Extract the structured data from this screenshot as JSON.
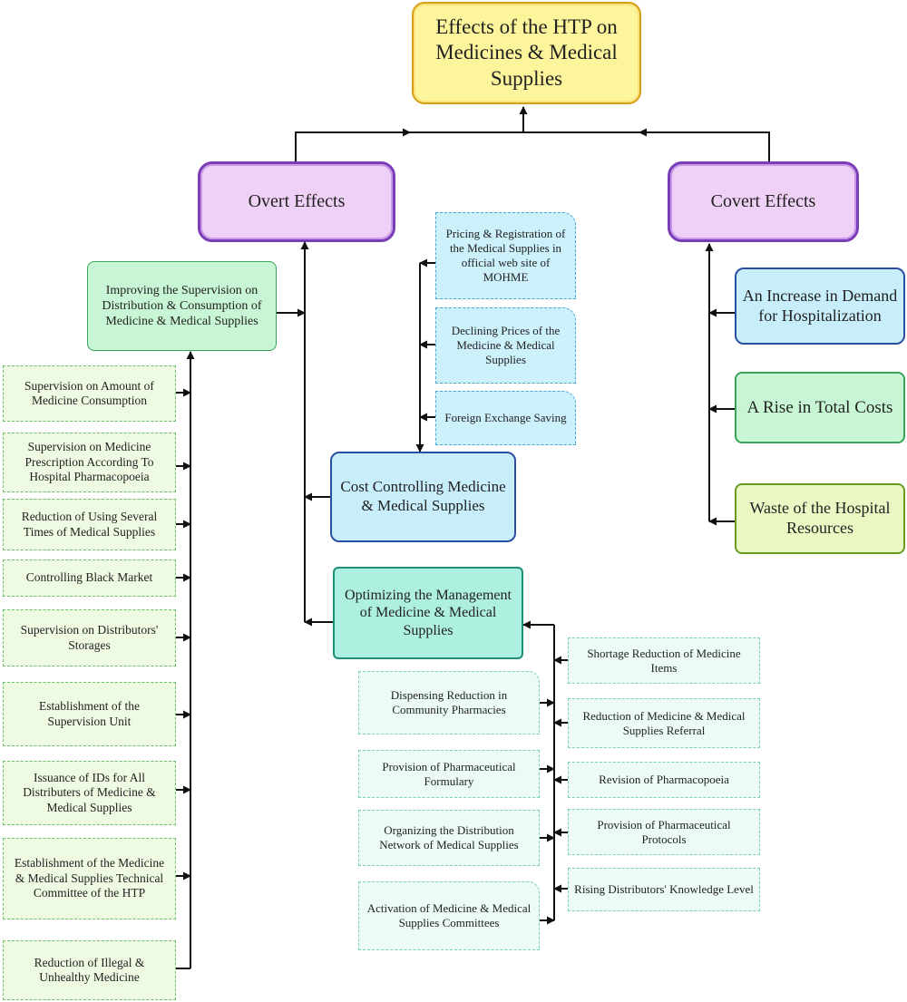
{
  "title": "Effects of the HTP on Medicines & Medical Supplies",
  "overt": "Overt Effects",
  "covert": "Covert Effects",
  "improving": "Improving the Supervision on Distribution & Consumption of Medicine & Medical Supplies",
  "supervision_items": [
    "Supervision on Amount of Medicine Consumption",
    "Supervision on Medicine Prescription According To Hospital Pharmacopoeia",
    "Reduction of Using Several Times of Medical Supplies",
    "Controlling Black Market",
    "Supervision on Distributors' Storages",
    "Establishment of the Supervision Unit",
    "Issuance of IDs for All Distributers of Medicine & Medical Supplies",
    "Establishment of the Medicine & Medical Supplies Technical Committee of the HTP",
    "Reduction of Illegal & Unhealthy Medicine"
  ],
  "cost_controlling": "Cost Controlling Medicine & Medical Supplies",
  "cost_items": [
    "Pricing & Registration of the Medical Supplies in official web site of MOHME",
    "Declining Prices of the Medicine & Medical Supplies",
    "Foreign Exchange Saving"
  ],
  "optimizing": "Optimizing the Management of Medicine & Medical Supplies",
  "optimizing_left": [
    "Dispensing Reduction in Community Pharmacies",
    "Provision of Pharmaceutical Formulary",
    "Organizing the Distribution Network of Medical Supplies",
    "Activation of Medicine & Medical Supplies Committees"
  ],
  "optimizing_right": [
    "Shortage Reduction of Medicine Items",
    "Reduction of Medicine & Medical Supplies Referral",
    "Revision of Pharmacopoeia",
    "Provision of Pharmaceutical Protocols",
    "Rising Distributors' Knowledge Level"
  ],
  "covert_items": [
    "An Increase in Demand for Hospitalization",
    "A Rise in Total Costs",
    "Waste of the Hospital Resources"
  ],
  "colors": {
    "title_fill": "#fdf59c",
    "title_border": "#d4a017",
    "purple_fill": "#efd1f7",
    "purple_border": "#7a3db8",
    "blue_fill": "#c9eefb",
    "blue_border": "#2a4ea0",
    "green_fill": "#c8f5d3",
    "green_border": "#3aa55a",
    "teal_fill": "#aef0df",
    "lime_fill": "#eaf8c4",
    "dashed_green": "#6cc26c",
    "dashed_blue": "#46a6d8",
    "dashed_mint": "#7bd0b8"
  }
}
